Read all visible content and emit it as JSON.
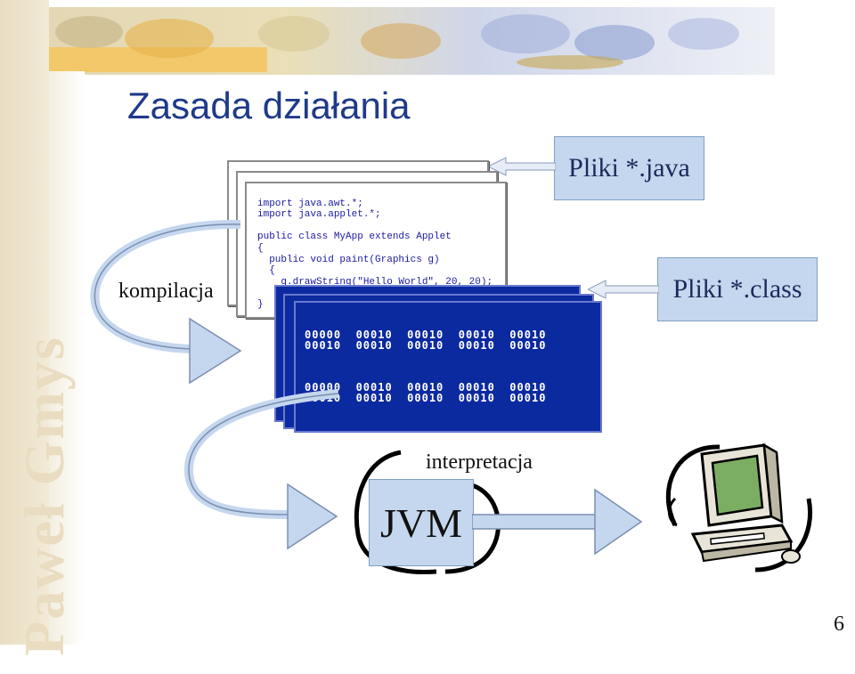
{
  "slide": {
    "title": "Zasada działania",
    "author_vertical": "Paweł Gmys",
    "page_number": "6"
  },
  "labels": {
    "java_files": "Pliki *.java",
    "class_files": "Pliki *.class",
    "compile": "kompilacja",
    "interpret": "interpretacja",
    "jvm": "JVM"
  },
  "code": {
    "line1": "import java.awt.*;",
    "line2": "import java.applet.*;",
    "line3": "public class MyApp extends Applet",
    "line4": "{",
    "line5": "  public void paint(Graphics g)",
    "line6": "  {",
    "line7": "    g.drawString(\"Hello World\", 20, 20);",
    "line8": "}"
  },
  "binary": {
    "row1": "00000  00010  00010  00010  00010\n00010  00010  00010  00010  00010",
    "row2": "00000  00010  00010  00010  00010\n00010  00010  00010  00010  00010",
    "row3": "00000  00010  00010  00010  00010\n00010  00010  00010  00010  00010",
    "row4": "00000  00010  00010  00010  00010\n00010  00010  00010  00010  00010"
  },
  "icons": {
    "computer": "computer-icon",
    "arrow": "arrow-right-icon"
  },
  "colors": {
    "title": "#1f3a8a",
    "label_box": "#c5d7ee",
    "binary_bg": "#0c2aa0",
    "arrow_fill": "#c5d7ee"
  }
}
